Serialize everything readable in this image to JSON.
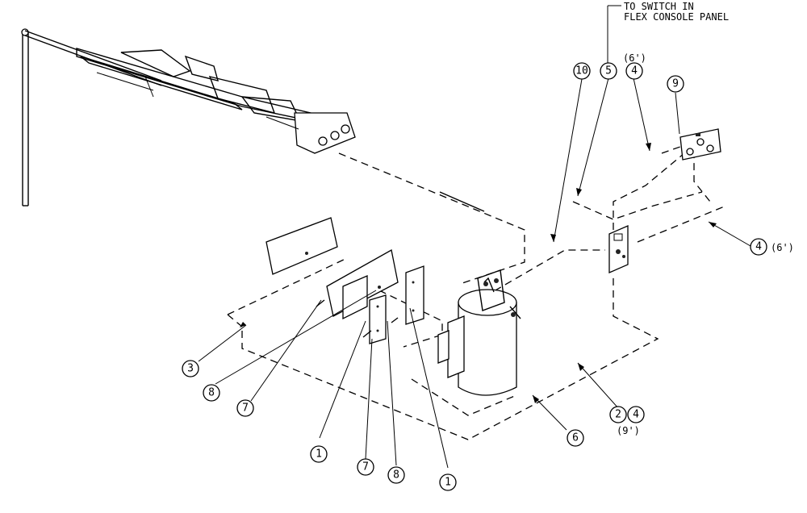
{
  "note": {
    "line1": "TO SWITCH IN",
    "line2": "FLEX CONSOLE PANEL"
  },
  "balloons": [
    {
      "id": "b10",
      "label": "10"
    },
    {
      "id": "b5",
      "label": "5"
    },
    {
      "id": "b4top",
      "label": "4"
    },
    {
      "id": "b9",
      "label": "9"
    },
    {
      "id": "b4right",
      "label": "4"
    },
    {
      "id": "b3",
      "label": "3"
    },
    {
      "id": "b8left",
      "label": "8"
    },
    {
      "id": "b7left",
      "label": "7"
    },
    {
      "id": "b1left",
      "label": "1"
    },
    {
      "id": "b7bot",
      "label": "7"
    },
    {
      "id": "b8bot",
      "label": "8"
    },
    {
      "id": "b1right",
      "label": "1"
    },
    {
      "id": "b6",
      "label": "6"
    },
    {
      "id": "b2",
      "label": "2"
    },
    {
      "id": "b4bot",
      "label": "4"
    }
  ],
  "lengths": {
    "top": "(6')",
    "right": "(6')",
    "bottom": "(9')"
  }
}
